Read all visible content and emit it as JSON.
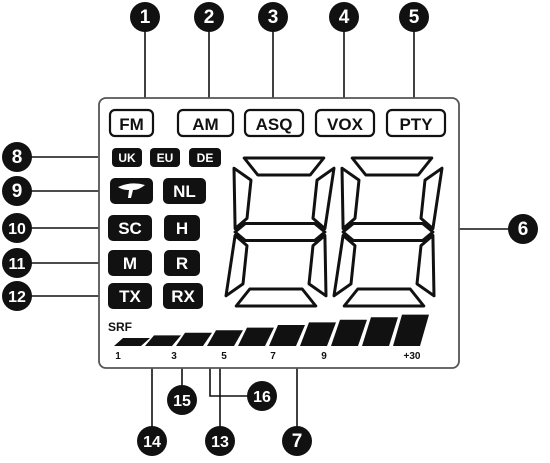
{
  "top_indicators": [
    "FM",
    "AM",
    "ASQ",
    "VOX",
    "PTY"
  ],
  "region_indicators": [
    "UK",
    "EU",
    "DE"
  ],
  "left_indicators": [
    "SC",
    "M",
    "TX"
  ],
  "mid_indicators": [
    "NL",
    "H",
    "R",
    "RX"
  ],
  "meter": {
    "label": "SRF",
    "ticks": [
      "1",
      "3",
      "5",
      "7",
      "9",
      "+30"
    ]
  },
  "callouts": [
    "1",
    "2",
    "3",
    "4",
    "5",
    "6",
    "7",
    "8",
    "9",
    "10",
    "11",
    "12",
    "13",
    "14",
    "15",
    "16"
  ],
  "icons": {
    "antenna": "antenna-icon",
    "digits": "seven-segment-digits"
  },
  "colors": {
    "ink": "#111111",
    "panel_border": "#555555",
    "background": "#ffffff"
  }
}
